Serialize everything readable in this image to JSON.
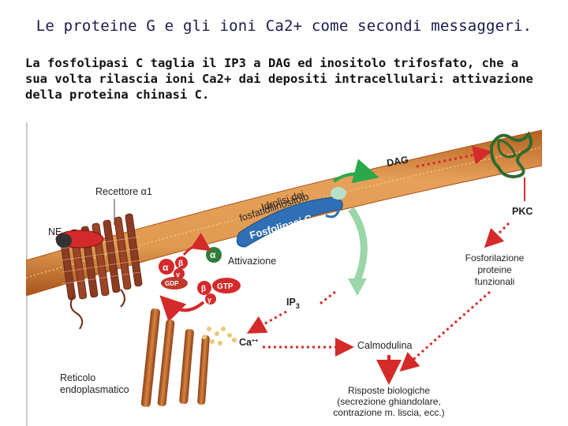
{
  "title": "Le proteine G e gli ioni Ca2+ come secondi messaggeri.",
  "subtitle_lines": [
    "La fosfolipasi C taglia il IP3 a DAG ed inositolo trifosfato, che a",
    "sua volta rilascia ioni Ca2+ dai depositi intracellulari: attivazione",
    "della proteina chinasi C."
  ],
  "diagram": {
    "receptor_label": "Recettore α1",
    "ne_label": "NE",
    "alpha": "α",
    "beta": "β",
    "gamma": "γ",
    "gdp": "GDP",
    "gtp": "GTP",
    "activation_label": "Attivazione",
    "phospholipase_label": "Fosfolipasi C",
    "phosphoinositides_line1": "Idrolisi dei",
    "phosphoinositides_line2": "fosfatidilinositolo",
    "dag_label": "DAG",
    "pkc_label": "PKC",
    "phosphorylation_line1": "Fosforilazione",
    "phosphorylation_line2": "proteine",
    "phosphorylation_line3": "funzionali",
    "ip3_label": "IP",
    "ip3_sub": "3",
    "ca_label": "Ca",
    "ca_sup": "++",
    "calmodulin_label": "Calmodulina",
    "er_line1": "Reticolo",
    "er_line2": "endoplasmatico",
    "response_line1": "Risposte biologiche",
    "response_line2": "(secrezione ghiandolare,",
    "response_line3": "contrazione m. liscia, ecc.)"
  },
  "colors": {
    "title": "#1a1a4a",
    "membrane": "#d98a3a",
    "membrane_edge": "#a8541c",
    "receptor": "#8a3b22",
    "plc": "#2f6fb5",
    "arrow_red": "#d42a2a",
    "arrow_green": "#2aa84a",
    "pkc": "#2f6b2f",
    "er": "#b8612e"
  }
}
